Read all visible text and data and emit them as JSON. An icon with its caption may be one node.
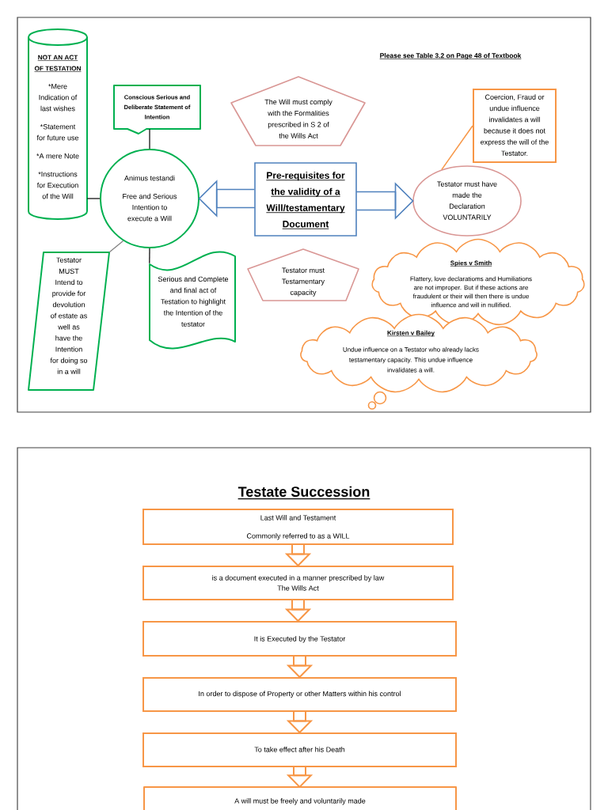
{
  "diagram": {
    "title": "Testate Succession",
    "nodes": [
      {
        "text": [
          "NOT AN ACT OF TESTATION",
          "*Mere Indication of last wishes",
          "*Statement for future use",
          "*A mere Note",
          "*Instructions for Execution of the Will"
        ]
      },
      {
        "text": [
          "Conscious Serious and Deliberate Statement of Intention"
        ]
      },
      {
        "text": [
          "The Will must comply with the Formalities prescribed in S 2 of the Wills Act"
        ]
      },
      {
        "text": [
          "Coercion, Fraud or undue influence invalidates a will because it does not express the will of the Testator."
        ]
      },
      {
        "text": [
          "Animus testandi",
          "Free and Serious Intention to execute a Will"
        ]
      },
      {
        "text": [
          "Pre-requisites for the validity of a Will/testamentary Document"
        ]
      },
      {
        "text": [
          "Testator must have made the Declaration VOLUNTARILY"
        ]
      },
      {
        "text": [
          "Testator MUST Intend to provide for devolution of estate as well as have the Intention for doing so in a will"
        ]
      },
      {
        "text": [
          "Serious and Complete and final act of Testation to highlight the Intention of the testator"
        ]
      },
      {
        "text": [
          "Testator must Testamentary capacity"
        ]
      },
      {
        "text": [
          "Spies v Smith",
          "Flattery, love declaratioms and Humiliations are not improper. But if these actions are fraudulent or their will then there is undue influence and will in nullified."
        ]
      },
      {
        "text": [
          "Kirsten v Bailey",
          "Undue influence on a Testator who already lacks testamentary capacity. This undue influence invalidates a will."
        ]
      },
      {
        "text": [
          "Last Will and Testament",
          "Commonly referred to as a WILL"
        ]
      },
      {
        "text": [
          "is a document executed in a manner prescribed by law",
          "The Wills Act"
        ]
      },
      {
        "text": [
          "It is Executed by the Testator"
        ]
      },
      {
        "text": [
          "In order to dispose of Property or other Matters within his control"
        ]
      },
      {
        "text": [
          "To take effect after his Death"
        ]
      },
      {
        "text": [
          "A will must be freely and voluntarily made"
        ]
      }
    ],
    "edges": [
      {
        "from": 0,
        "to": 4,
        "arrow": "none",
        "color": "#000000"
      },
      {
        "from": 1,
        "to": 4,
        "arrow": "none",
        "color": "#000000"
      },
      {
        "from": 4,
        "to": 7,
        "arrow": "none",
        "color": "#7f7f7f"
      },
      {
        "from": 4,
        "to": 8,
        "arrow": "none",
        "color": "#000000"
      },
      {
        "from": 5,
        "to": 4,
        "arrow": "to",
        "color": "#4f81bd"
      },
      {
        "from": 5,
        "to": 6,
        "arrow": "to",
        "color": "#4f81bd"
      },
      {
        "from": 3,
        "to": 6,
        "arrow": "none",
        "color": "#f79646"
      },
      {
        "from": 12,
        "to": 13,
        "arrow": "to",
        "color": "#f79646"
      },
      {
        "from": 13,
        "to": 14,
        "arrow": "to",
        "color": "#f79646"
      },
      {
        "from": 14,
        "to": 15,
        "arrow": "to",
        "color": "#f79646"
      },
      {
        "from": 15,
        "to": 16,
        "arrow": "to",
        "color": "#f79646"
      },
      {
        "from": 16,
        "to": 17,
        "arrow": "to",
        "color": "#f79646"
      }
    ],
    "labels": [
      "Please see Table 3.2 on Page 48 of Textbook"
    ]
  }
}
